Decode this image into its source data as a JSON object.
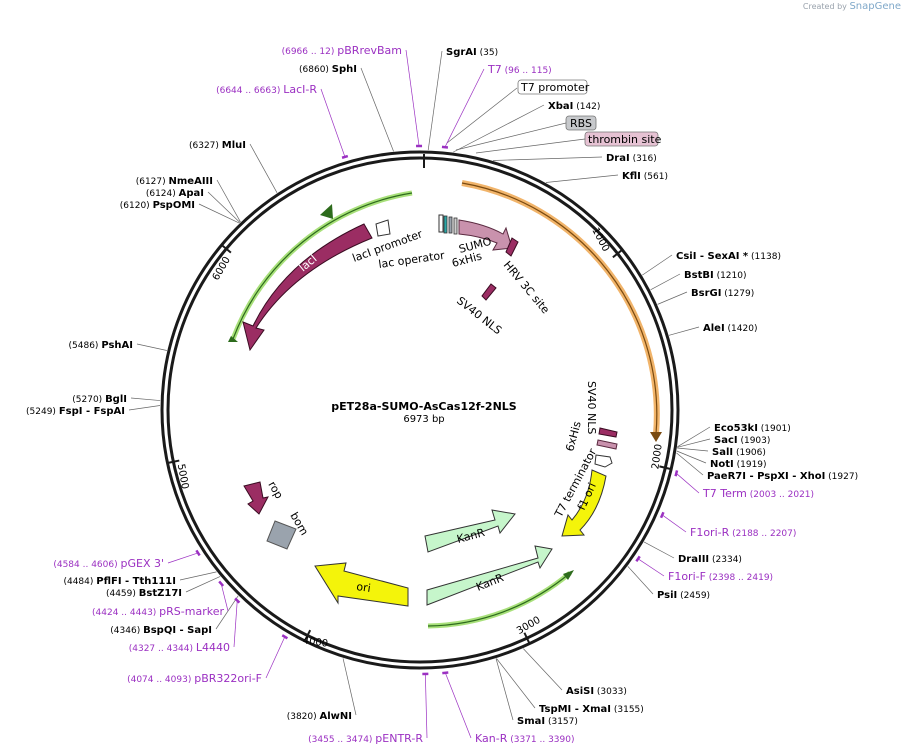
{
  "credit": {
    "prefix": "Created by",
    "brand": "SnapGene"
  },
  "plasmid": {
    "name": "pET28a-SUMO-AsCas12f-2NLS",
    "size": "6973 bp",
    "length": 6973
  },
  "tick_labels": [
    "1000",
    "2000",
    "3000",
    "4000",
    "5000",
    "6000"
  ],
  "enzymes": [
    {
      "name": "SgrAI",
      "pos": "(35)",
      "bp": 35
    },
    {
      "name": "XbaI",
      "pos": "(142)",
      "bp": 142
    },
    {
      "name": "DraI",
      "pos": "(316)",
      "bp": 316
    },
    {
      "name": "KflI",
      "pos": "(561)",
      "bp": 561
    },
    {
      "name": "CsiI - SexAI *",
      "pos": "(1138)",
      "bp": 1138
    },
    {
      "name": "BstBI",
      "pos": "(1210)",
      "bp": 1210
    },
    {
      "name": "BsrGI",
      "pos": "(1279)",
      "bp": 1279
    },
    {
      "name": "AleI",
      "pos": "(1420)",
      "bp": 1420
    },
    {
      "name": "Eco53kI",
      "pos": "(1901)",
      "bp": 1901
    },
    {
      "name": "SacI",
      "pos": "(1903)",
      "bp": 1903
    },
    {
      "name": "SalI",
      "pos": "(1906)",
      "bp": 1906
    },
    {
      "name": "NotI",
      "pos": "(1919)",
      "bp": 1919
    },
    {
      "name": "PaeR7I - PspXI - XhoI",
      "pos": "(1927)",
      "bp": 1927
    },
    {
      "name": "DraIII",
      "pos": "(2334)",
      "bp": 2334
    },
    {
      "name": "PsiI",
      "pos": "(2459)",
      "bp": 2459
    },
    {
      "name": "AsiSI",
      "pos": "(3033)",
      "bp": 3033
    },
    {
      "name": "TspMI - XmaI",
      "pos": "(3155)",
      "bp": 3155
    },
    {
      "name": "SmaI",
      "pos": "(3157)",
      "bp": 3157
    },
    {
      "name": "AlwNI",
      "pos": "(3820)",
      "bp": 3820
    },
    {
      "name": "BspQI - SapI",
      "pos": "(4346)",
      "bp": 4346
    },
    {
      "name": "BstZ17I",
      "pos": "(4459)",
      "bp": 4459
    },
    {
      "name": "PflFI - Tth111I",
      "pos": "(4484)",
      "bp": 4484
    },
    {
      "name": "FspI - FspAI",
      "pos": "(5249)",
      "bp": 5249
    },
    {
      "name": "BglI",
      "pos": "(5270)",
      "bp": 5270
    },
    {
      "name": "PshAI",
      "pos": "(5486)",
      "bp": 5486
    },
    {
      "name": "PspOMI",
      "pos": "(6120)",
      "bp": 6120
    },
    {
      "name": "ApaI",
      "pos": "(6124)",
      "bp": 6124
    },
    {
      "name": "NmeAIII",
      "pos": "(6127)",
      "bp": 6127
    },
    {
      "name": "MluI",
      "pos": "(6327)",
      "bp": 6327
    },
    {
      "name": "SphI",
      "pos": "(6860)",
      "bp": 6860
    }
  ],
  "primers": [
    {
      "name": "T7",
      "range": "(96 .. 115)",
      "bp": 105
    },
    {
      "name": "T7 Term",
      "range": "(2003 .. 2021)",
      "bp": 2012
    },
    {
      "name": "F1ori-R",
      "range": "(2188 .. 2207)",
      "bp": 2197
    },
    {
      "name": "F1ori-F",
      "range": "(2398 .. 2419)",
      "bp": 2408
    },
    {
      "name": "Kan-R",
      "range": "(3371 .. 3390)",
      "bp": 3380
    },
    {
      "name": "pENTR-R",
      "range": "(3455 .. 3474)",
      "bp": 3464
    },
    {
      "name": "pBR322ori-F",
      "range": "(4074 .. 4093)",
      "bp": 4083
    },
    {
      "name": "L4440",
      "range": "(4327 .. 4344)",
      "bp": 4335
    },
    {
      "name": "pRS-marker",
      "range": "(4424 .. 4443)",
      "bp": 4433
    },
    {
      "name": "pGEX 3'",
      "range": "(4584 .. 4606)",
      "bp": 4595
    },
    {
      "name": "LacI-R",
      "range": "(6644 .. 6663)",
      "bp": 6653
    },
    {
      "name": "pBRrevBam",
      "range": "(6966 .. 12)",
      "bp": 6969
    }
  ],
  "boxed_labels": [
    {
      "name": "T7 promoter",
      "style": "plain"
    },
    {
      "name": "RBS",
      "style": "gray"
    },
    {
      "name": "thrombin site",
      "style": "pink"
    }
  ],
  "features": [
    {
      "name": "lacI",
      "color": "#9b2d63"
    },
    {
      "name": "lacI promoter"
    },
    {
      "name": "lac operator"
    },
    {
      "name": "SUMO",
      "color": "#c992ad"
    },
    {
      "name": "6xHis"
    },
    {
      "name": "HRV 3C site"
    },
    {
      "name": "SV40 NLS"
    },
    {
      "name": "SV40 NLS"
    },
    {
      "name": "6xHis"
    },
    {
      "name": "T7 terminator"
    },
    {
      "name": "f1 ori",
      "color": "#f4f40a"
    },
    {
      "name": "KanR",
      "color": "#c6f6cb"
    },
    {
      "name": "KanR",
      "color": "#c6f6cb"
    },
    {
      "name": "ori",
      "color": "#f4f40a"
    },
    {
      "name": "rop",
      "color": "#9b2d63"
    },
    {
      "name": "bom",
      "color": "#9aa3ad"
    }
  ],
  "colors": {
    "backbone": "#1a1a1a",
    "primer": "#9b30c2",
    "enzyme_line": "#666666",
    "orf_orange": "#f1b46a",
    "orf_green": "#a8e07a"
  }
}
